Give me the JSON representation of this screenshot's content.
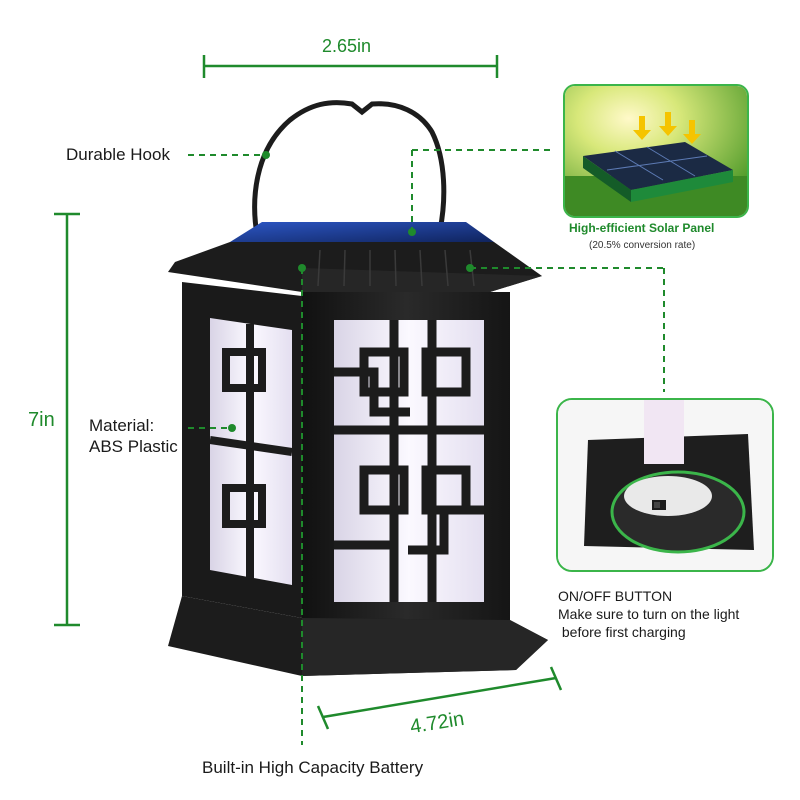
{
  "dimensions": {
    "top_width": "2.65in",
    "height": "7in",
    "base_width": "4.72in"
  },
  "callouts": {
    "hook": "Durable Hook",
    "material_line1": "Material:",
    "material_line2": "ABS Plastic",
    "battery": "Built-in High Capacity Battery",
    "solar_panel_title": "High-efficient Solar Panel",
    "solar_panel_sub": "(20.5% conversion rate)",
    "switch_title": "ON/OFF BUTTON",
    "switch_line1": "Make sure to turn on the light",
    "switch_line2": " before first charging"
  },
  "colors": {
    "accent": "#1f8a2c",
    "lantern": "#1c1c1c",
    "solar": "#1d3b8a",
    "glow": "#f3f0f7"
  }
}
